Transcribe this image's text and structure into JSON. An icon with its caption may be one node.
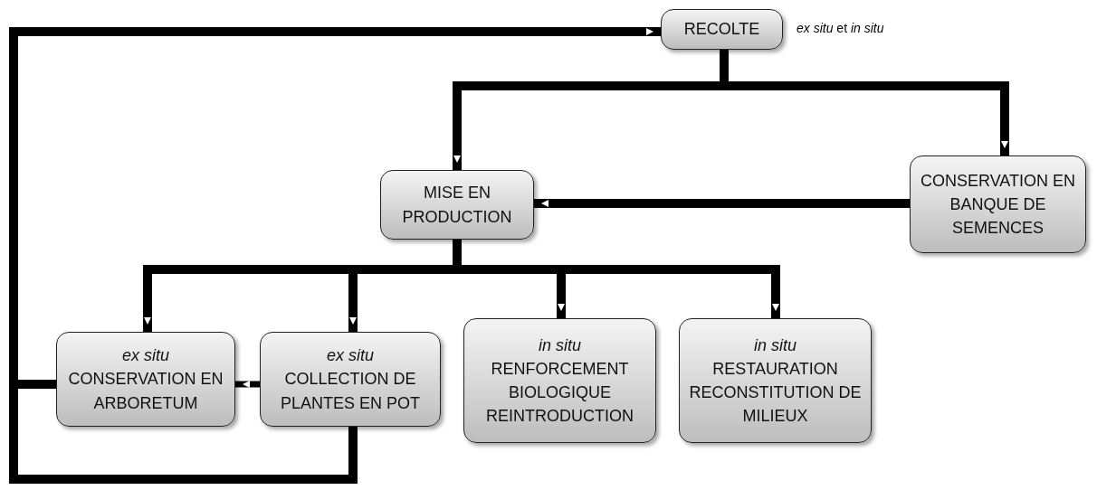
{
  "diagram": {
    "nodes": [
      {
        "text": [
          "RECOLTE"
        ],
        "beside": [
          "*ex situ* et *in situ*"
        ]
      },
      {
        "text": [
          "MISE EN PRODUCTION"
        ]
      },
      {
        "text": [
          "CONSERVATION EN BANQUE DE SEMENCES"
        ]
      },
      {
        "text": [
          "ex situ",
          "CONSERVATION EN ARBORETUM"
        ]
      },
      {
        "text": [
          "ex situ",
          "COLLECTION DE PLANTES EN POT"
        ]
      },
      {
        "text": [
          "in situ",
          "RENFORCEMENT BIOLOGIQUE REINTRODUCTION"
        ]
      },
      {
        "text": [
          "in situ",
          "RESTAURATION RECONSTITUTION DE MILIEUX"
        ]
      }
    ],
    "edges": [
      {
        "from": 0,
        "to": 1,
        "arrow": "to"
      },
      {
        "from": 0,
        "to": 2,
        "arrow": "to"
      },
      {
        "from": 2,
        "to": 1,
        "arrow": "to"
      },
      {
        "from": 1,
        "to": 3,
        "arrow": "to"
      },
      {
        "from": 1,
        "to": 4,
        "arrow": "to"
      },
      {
        "from": 1,
        "to": 5,
        "arrow": "to"
      },
      {
        "from": 1,
        "to": 6,
        "arrow": "to"
      },
      {
        "from": 4,
        "to": 3,
        "arrow": "to"
      },
      {
        "from": 3,
        "to": 0,
        "arrow": "to"
      },
      {
        "from": 4,
        "to": 0,
        "arrow": "to"
      }
    ]
  }
}
